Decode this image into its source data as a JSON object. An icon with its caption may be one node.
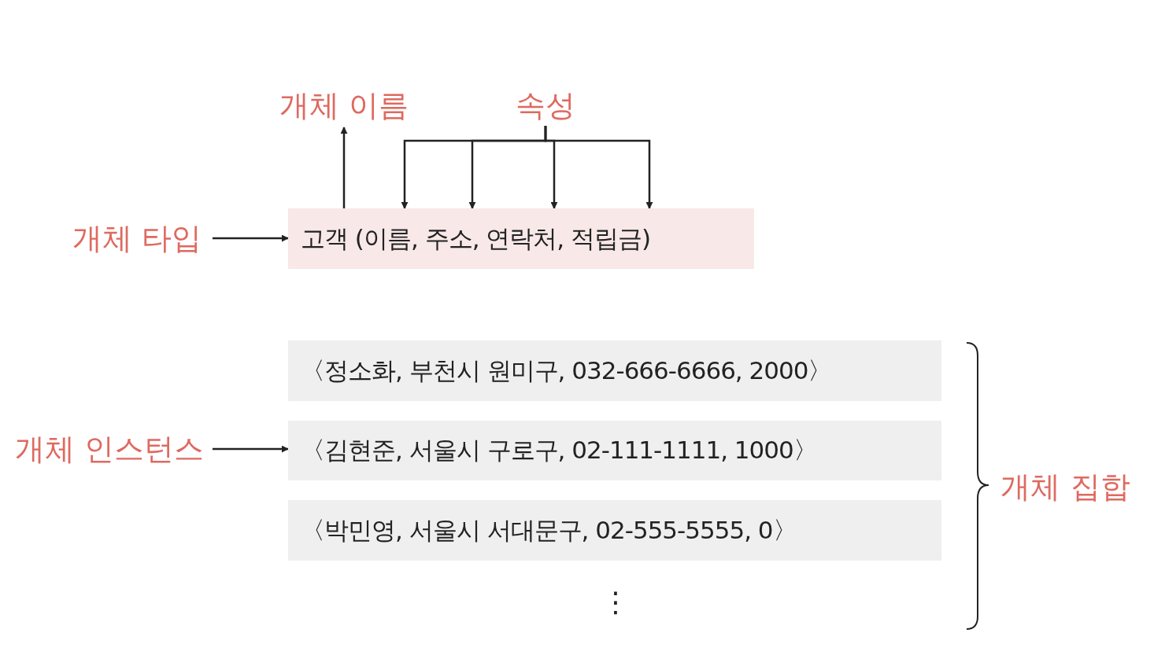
{
  "diagram": {
    "nodes": [
      {
        "text": [
          "개체 이름"
        ]
      },
      {
        "text": [
          "속성"
        ]
      },
      {
        "text": [
          "개체 타입"
        ]
      },
      {
        "text": [
          "고객 (이름, 주소, 연락처, 적립금)"
        ]
      },
      {
        "text": [
          "〈정소화, 부천시 원미구, 032-666-6666, 2000〉"
        ]
      },
      {
        "text": [
          "개체 인스턴스"
        ]
      },
      {
        "text": [
          "〈김현준, 서울시 구로구, 02-111-1111, 1000〉"
        ]
      },
      {
        "text": [
          "〈박민영, 서울시 서대문구, 02-555-5555, 0〉"
        ]
      },
      {
        "text": [
          "개체 집합"
        ]
      }
    ],
    "edges": [
      {
        "from": 3,
        "to": 0,
        "arrow": "to"
      },
      {
        "from": 1,
        "to": 3,
        "arrow": "to"
      },
      {
        "from": 1,
        "to": 3,
        "arrow": "to"
      },
      {
        "from": 1,
        "to": 3,
        "arrow": "to"
      },
      {
        "from": 1,
        "to": 3,
        "arrow": "to"
      },
      {
        "from": 2,
        "to": 3,
        "arrow": "to"
      },
      {
        "from": 5,
        "to": 6,
        "arrow": "to"
      }
    ],
    "labels": [
      "⋮"
    ]
  }
}
